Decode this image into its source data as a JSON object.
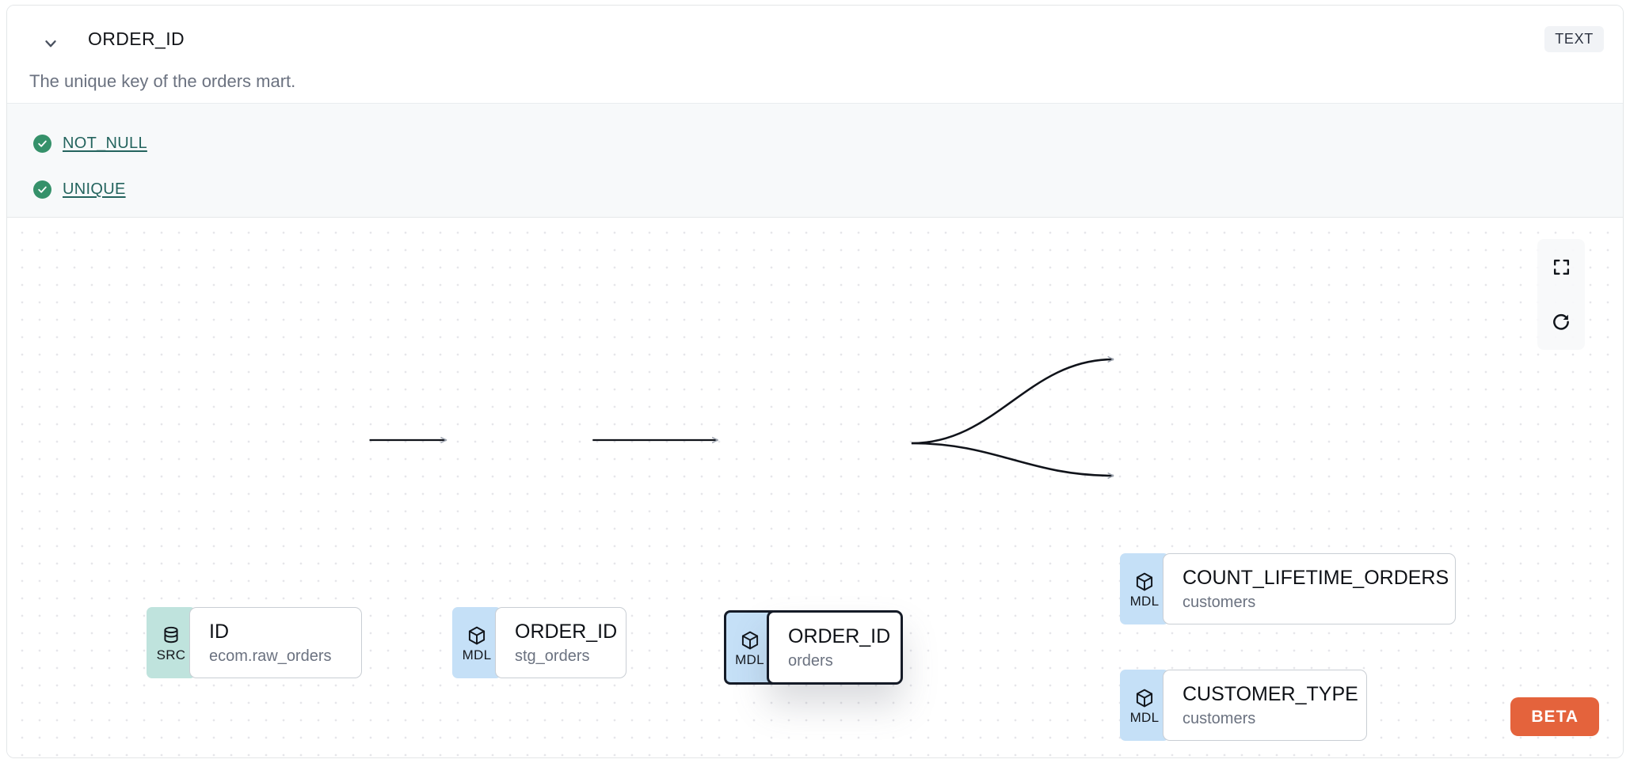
{
  "header": {
    "collapse_icon": "chevron-down-icon",
    "column_name": "ORDER_ID",
    "type_badge": "TEXT",
    "description": "The unique key of the orders mart."
  },
  "tests": [
    {
      "icon": "check-circle-icon",
      "label": "NOT_NULL",
      "status": "pass"
    },
    {
      "icon": "check-circle-icon",
      "label": "UNIQUE",
      "status": "pass"
    }
  ],
  "lineage": {
    "nodes": [
      {
        "id": "src-id",
        "badge": "SRC",
        "badge_icon": "database-icon",
        "name": "ID",
        "source": "ecom.raw_orders",
        "selected": false
      },
      {
        "id": "stg-order-id",
        "badge": "MDL",
        "badge_icon": "cube-icon",
        "name": "ORDER_ID",
        "source": "stg_orders",
        "selected": false
      },
      {
        "id": "orders-order-id",
        "badge": "MDL",
        "badge_icon": "cube-icon",
        "name": "ORDER_ID",
        "source": "orders",
        "selected": true
      },
      {
        "id": "count-lifetime-orders",
        "badge": "MDL",
        "badge_icon": "cube-icon",
        "name": "COUNT_LIFETIME_ORDERS",
        "source": "customers",
        "selected": false
      },
      {
        "id": "customer-type",
        "badge": "MDL",
        "badge_icon": "cube-icon",
        "name": "CUSTOMER_TYPE",
        "source": "customers",
        "selected": false
      }
    ],
    "edges": [
      {
        "from": "src-id",
        "to": "stg-order-id"
      },
      {
        "from": "stg-order-id",
        "to": "orders-order-id"
      },
      {
        "from": "orders-order-id",
        "to": "count-lifetime-orders"
      },
      {
        "from": "orders-order-id",
        "to": "customer-type"
      }
    ],
    "controls": [
      {
        "name": "fit-view-button",
        "icon": "fullscreen-icon"
      },
      {
        "name": "reset-button",
        "icon": "refresh-icon"
      }
    ],
    "beta_label": "BETA"
  },
  "colors": {
    "src_badge": "#BFE3DD",
    "mdl_badge": "#C5E0F7",
    "test_pass": "#35916A",
    "test_link": "#24645E",
    "beta": "#E4633C",
    "selected_border": "#151B27"
  }
}
